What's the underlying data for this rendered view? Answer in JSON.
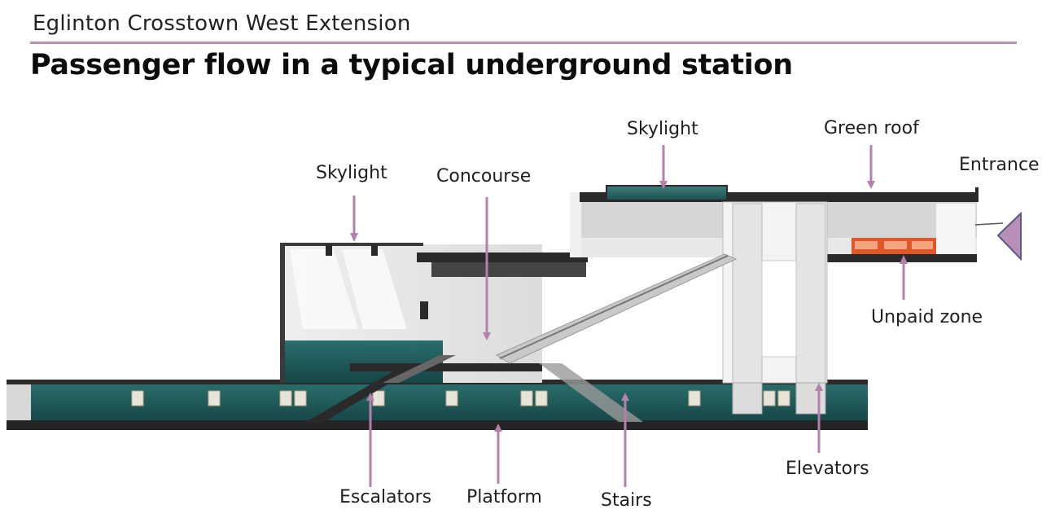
{
  "header": {
    "subtitle": "Eglinton Crosstown West Extension",
    "title": "Passenger flow in a typical underground station"
  },
  "labels": {
    "skylight_left": "Skylight",
    "concourse": "Concourse",
    "skylight_right": "Skylight",
    "green_roof": "Green roof",
    "entrance": "Entrance",
    "unpaid_zone": "Unpaid zone",
    "elevators": "Elevators",
    "escalators": "Escalators",
    "platform": "Platform",
    "stairs": "Stairs"
  },
  "colors": {
    "accent": "#b98fb6",
    "leader": "#b480ac",
    "teal": "#1f5c5c",
    "structure": "#2b2a2a",
    "orange": "#e0582a"
  }
}
